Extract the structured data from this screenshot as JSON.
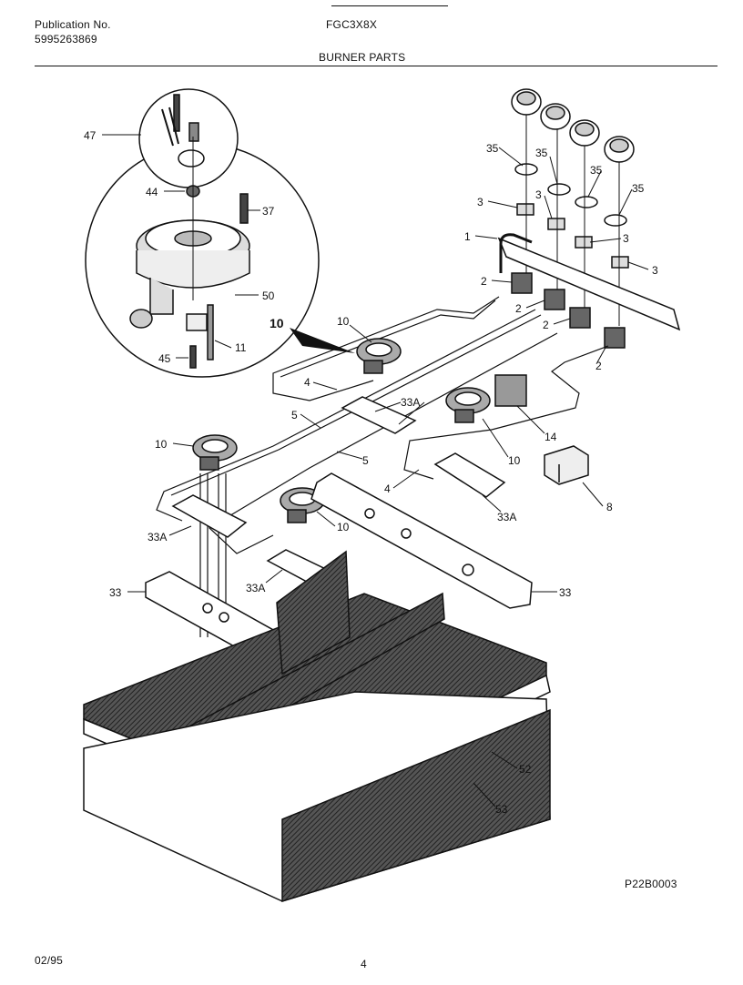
{
  "header": {
    "publication_label": "Publication No.",
    "publication_number": "5995263869",
    "model": "FGC3X8X",
    "section_title": "BURNER PARTS"
  },
  "footer": {
    "date": "02/95",
    "page": "4",
    "figure_id": "P22B0003"
  },
  "callouts": {
    "c47": "47",
    "c44": "44",
    "c37": "37",
    "c50": "50",
    "c10_detail": "10",
    "c11": "11",
    "c45": "45",
    "c35a": "35",
    "c35b": "35",
    "c35c": "35",
    "c35d": "35",
    "c3a": "3",
    "c3b": "3",
    "c3c": "3",
    "c3d": "3",
    "c1": "1",
    "c2a": "2",
    "c2b": "2",
    "c2c": "2",
    "c2d": "2",
    "c10a": "10",
    "c4a": "4",
    "c5a": "5",
    "c33Aa": "33A",
    "c14": "14",
    "c10b": "10",
    "c10c": "10",
    "c5b": "5",
    "c4b": "4",
    "c8": "8",
    "c33Ab": "33A",
    "c33Ac": "33A",
    "c10d": "10",
    "c33Ad": "33A",
    "c33a": "33",
    "c33b": "33",
    "c52": "52",
    "c53": "53"
  }
}
